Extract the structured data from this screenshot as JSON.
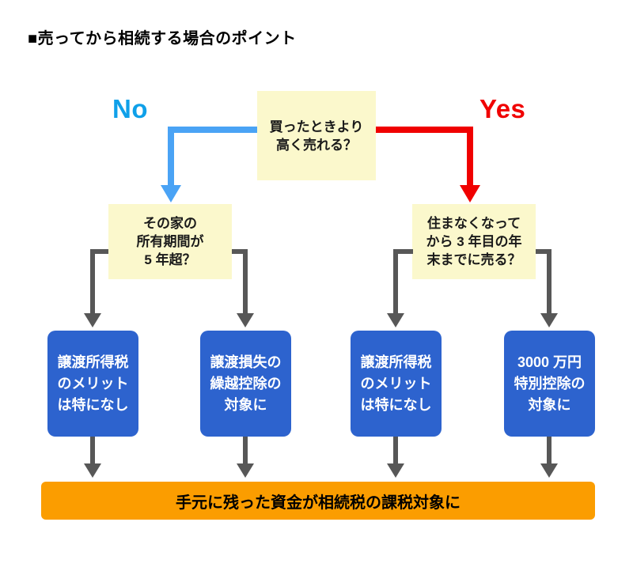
{
  "title": "■売ってから相続する場合のポイント",
  "branch_labels": {
    "no": "No",
    "yes": "Yes"
  },
  "nodes": {
    "root": {
      "lines": [
        "買ったときより",
        "高く売れる？"
      ]
    },
    "no_question": {
      "lines": [
        "その家の",
        "所有期間が",
        "5 年超？"
      ]
    },
    "yes_question": {
      "lines": [
        "住まなくなって",
        "から 3 年目の年",
        "末までに売る？"
      ]
    },
    "outcomes": [
      {
        "lines": [
          "譲渡所得税",
          "のメリット",
          "は特になし"
        ]
      },
      {
        "lines": [
          "譲渡損失の",
          "繰越控除の",
          "対象に"
        ]
      },
      {
        "lines": [
          "譲渡所得税",
          "のメリット",
          "は特になし"
        ]
      },
      {
        "lines": [
          "3000 万円",
          "特別控除の",
          "対象に"
        ]
      }
    ],
    "footer": {
      "text": "手元に残った資金が相続税の課税対象に"
    }
  },
  "colors": {
    "no_label": "#0FA0E9",
    "yes_label": "#F00000",
    "no_line": "#4AA3F5",
    "yes_line": "#F00000",
    "gray_line": "#575757",
    "question_box_bg": "#FBF8CC",
    "outcome_box_bg": "#2D63CE",
    "footer_bar_bg": "#FB9D00"
  }
}
